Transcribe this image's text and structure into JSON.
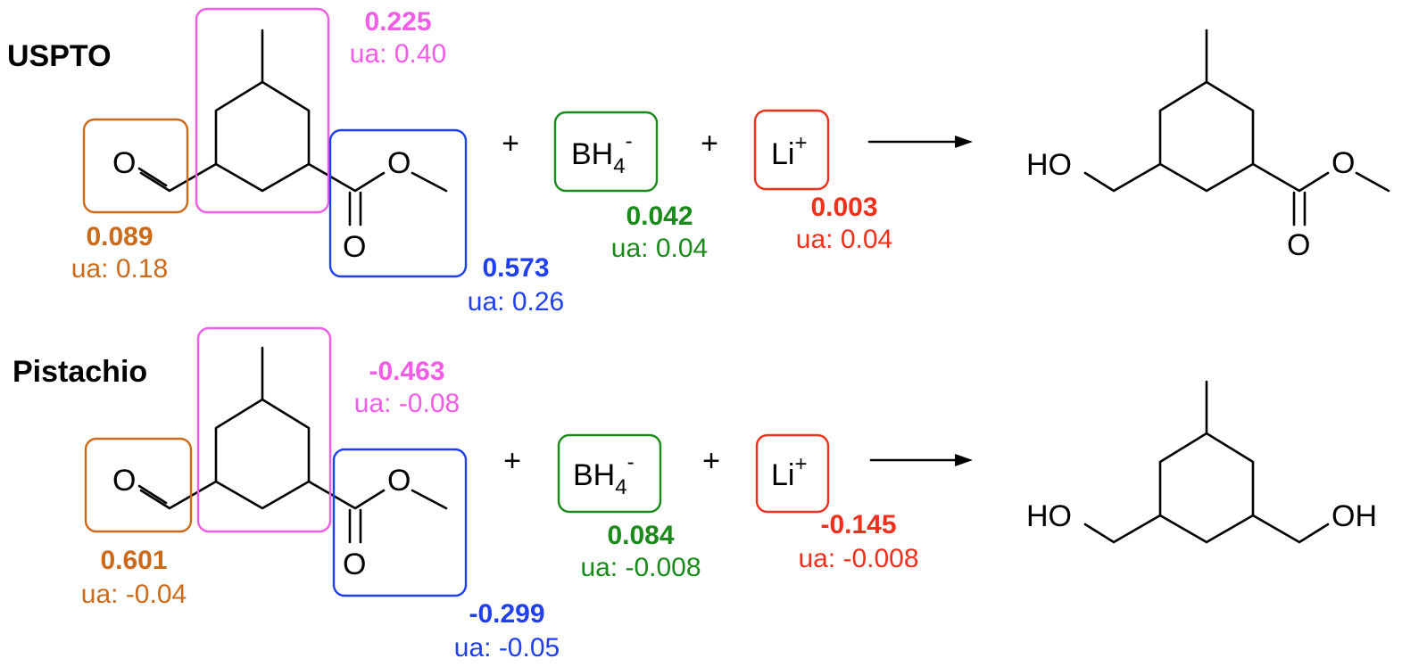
{
  "colors": {
    "aldehyde": "#cc6a1c",
    "ring": "#f25ce6",
    "ester": "#1f3ff0",
    "borohydride": "#1a8a1a",
    "lithium": "#f0301c"
  },
  "atoms": {
    "oxygen": "O",
    "hydroxyl": "HO",
    "hydroxyl_right": "OH",
    "borohydride_base": "BH",
    "borohydride_sub": "4",
    "borohydride_charge": "-",
    "lithium_base": "Li",
    "lithium_charge": "+",
    "plus": "+"
  },
  "rows": [
    {
      "label": "USPTO",
      "scores": {
        "aldehyde": {
          "value": "0.089",
          "ua": "ua: 0.18"
        },
        "ring": {
          "value": "0.225",
          "ua": "ua: 0.40"
        },
        "ester": {
          "value": "0.573",
          "ua": "ua: 0.26"
        },
        "borohydride": {
          "value": "0.042",
          "ua": "ua: 0.04"
        },
        "lithium": {
          "value": "0.003",
          "ua": "ua: 0.04"
        }
      }
    },
    {
      "label": "Pistachio",
      "scores": {
        "aldehyde": {
          "value": "0.601",
          "ua": "ua: -0.04"
        },
        "ring": {
          "value": "-0.463",
          "ua": "ua: -0.08"
        },
        "ester": {
          "value": "-0.299",
          "ua": "ua: -0.05"
        },
        "borohydride": {
          "value": "0.084",
          "ua": "ua: -0.008"
        },
        "lithium": {
          "value": "-0.145",
          "ua": "ua: -0.008"
        }
      }
    }
  ]
}
